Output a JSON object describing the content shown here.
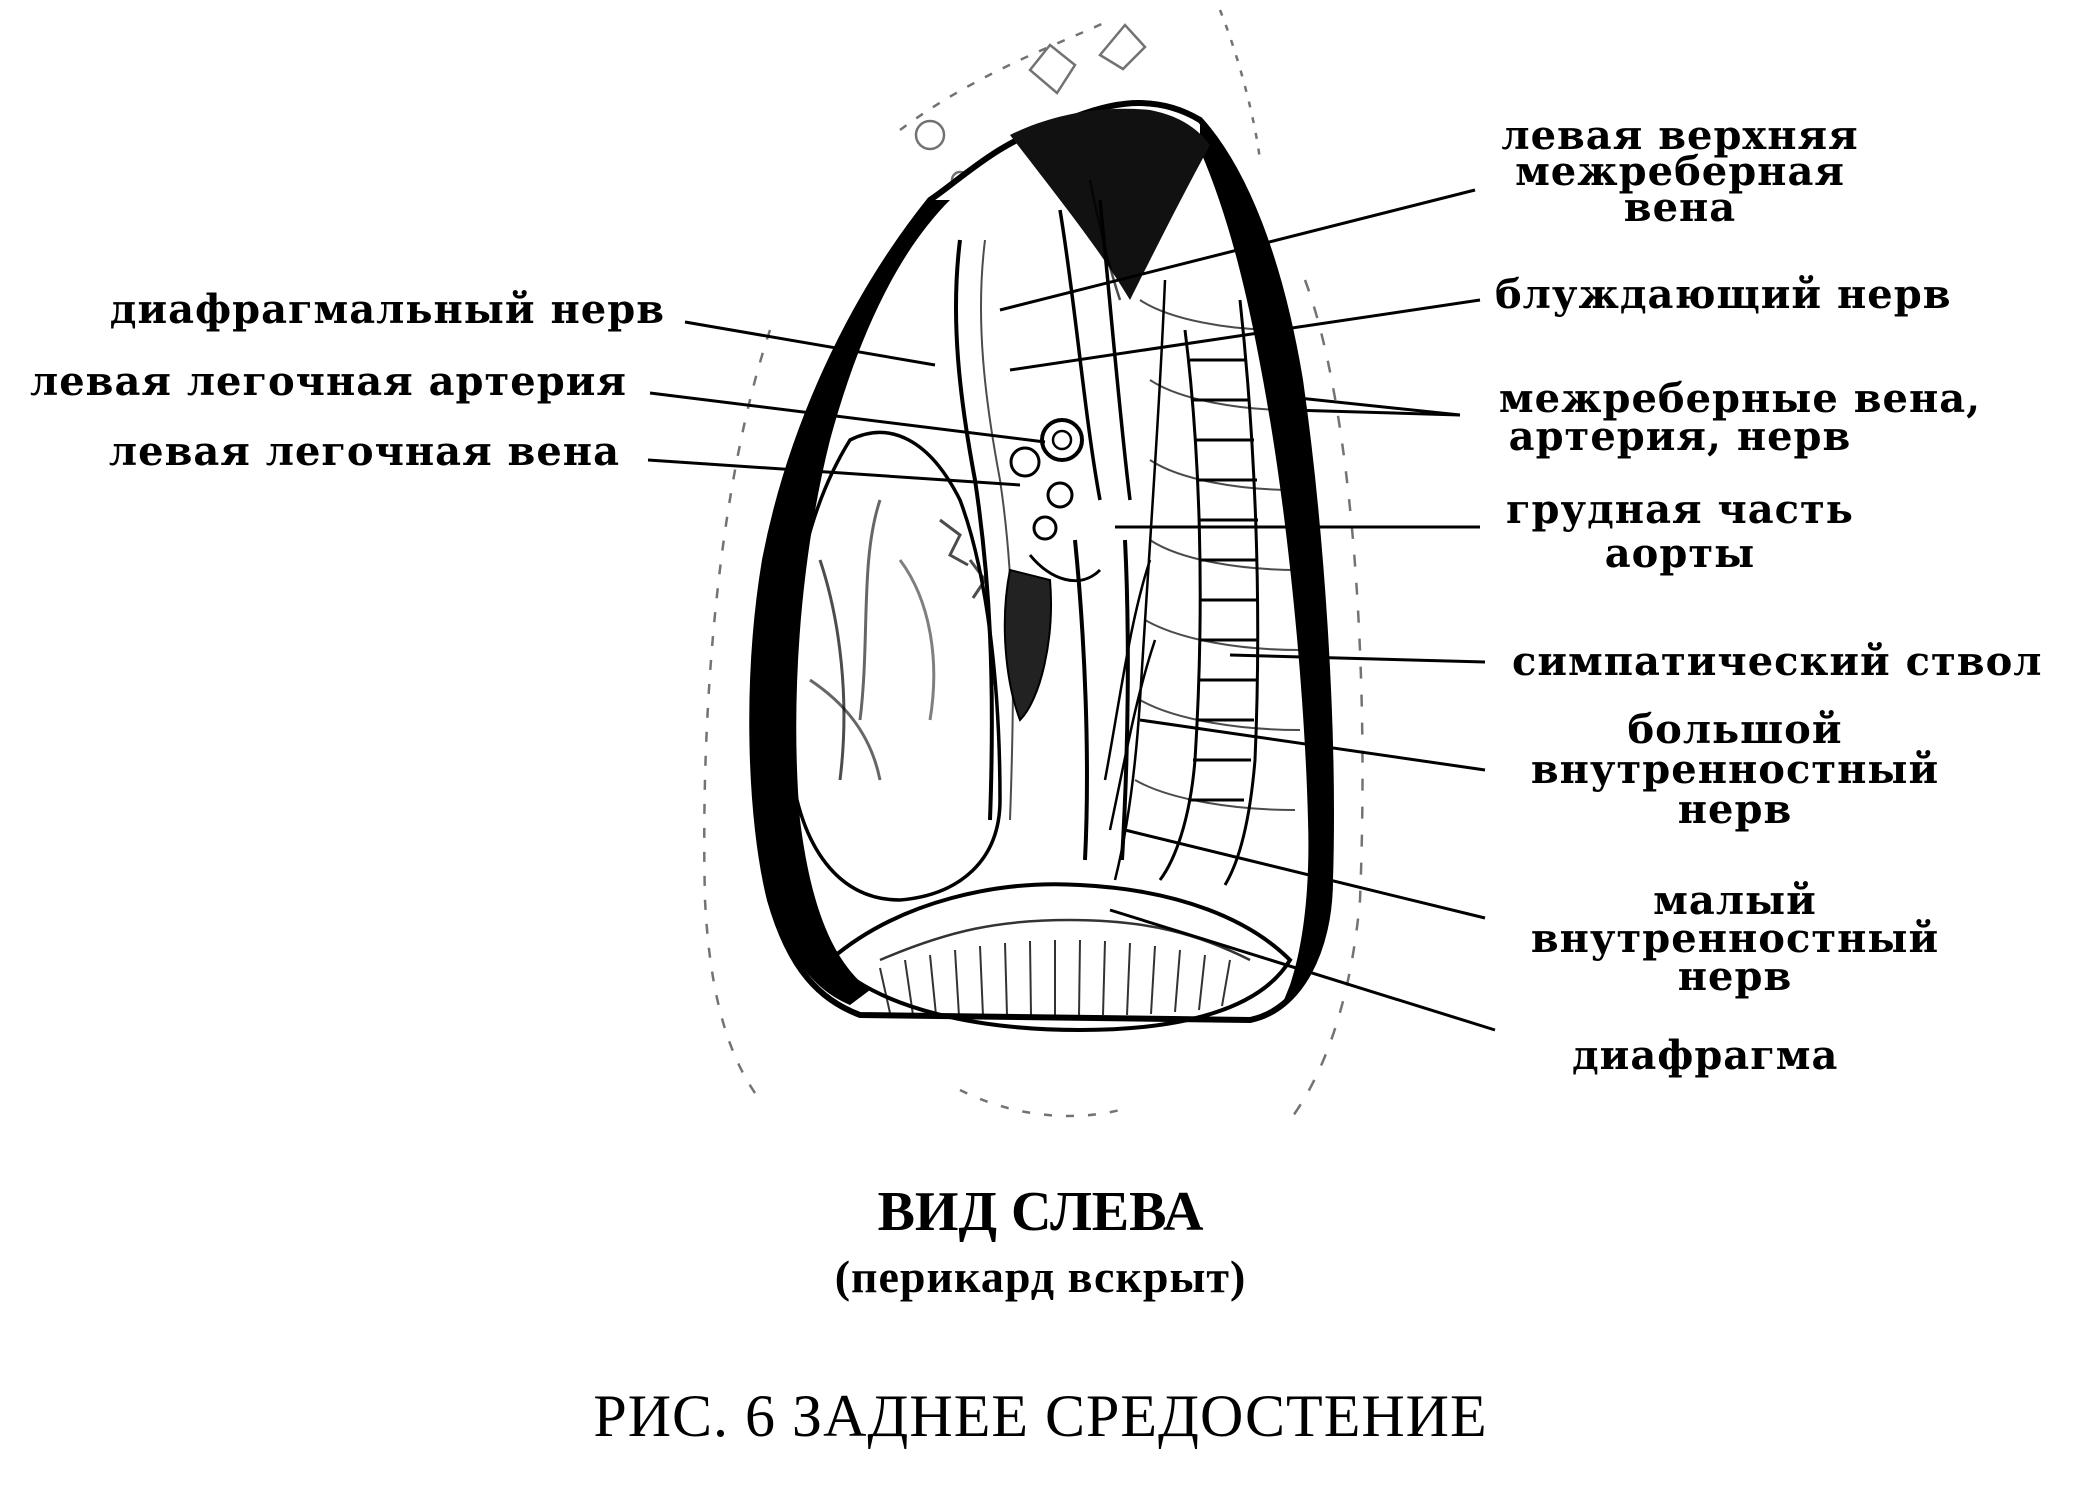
{
  "labels": {
    "phrenic_nerve": "диафрагмальный нерв",
    "left_pulmonary_artery": "левая легочная артерия",
    "left_pulmonary_vein": "левая легочная вена",
    "left_superior_intercostal_vein": [
      "левая верхняя",
      "межреберная",
      "вена"
    ],
    "vagus_nerve": "блуждающий нерв",
    "intercostal_vessels_nerve": [
      "межреберные вена,",
      "артерия, нерв"
    ],
    "thoracic_aorta": [
      "грудная часть",
      "аорты"
    ],
    "sympathetic_trunk": "симпатический ствол",
    "greater_splanchnic_nerve": [
      "большой",
      "внутренностный",
      "нерв"
    ],
    "lesser_splanchnic_nerve": [
      "малый",
      "внутренностный",
      "нерв"
    ],
    "diaphragm": "диафрагма"
  },
  "view_title": "ВИД СЛЕВА",
  "view_subtitle": "(перикард вскрыт)",
  "figure_caption": "РИС. 6 ЗАДНЕЕ СРЕДОСТЕНИЕ"
}
